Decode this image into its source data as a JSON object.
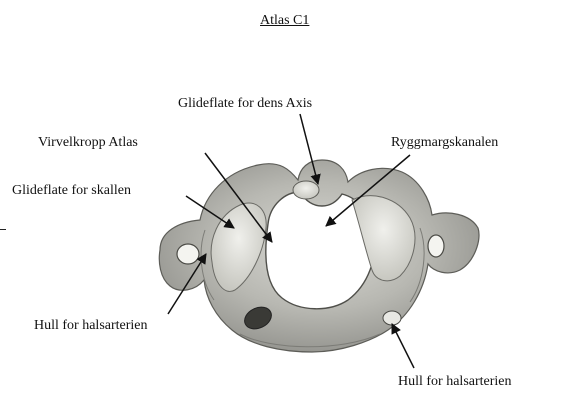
{
  "title": "Atlas C1",
  "labels": {
    "dens_facet": "Glideflate for dens Axis",
    "vertebral_body": "Virvelkropp Atlas",
    "spinal_canal": "Ryggmargskanalen",
    "skull_facet": "Glideflate for skallen",
    "artery_hole_left": "Hull for halsarterien",
    "artery_hole_right": "Hull for halsarterien"
  }
}
